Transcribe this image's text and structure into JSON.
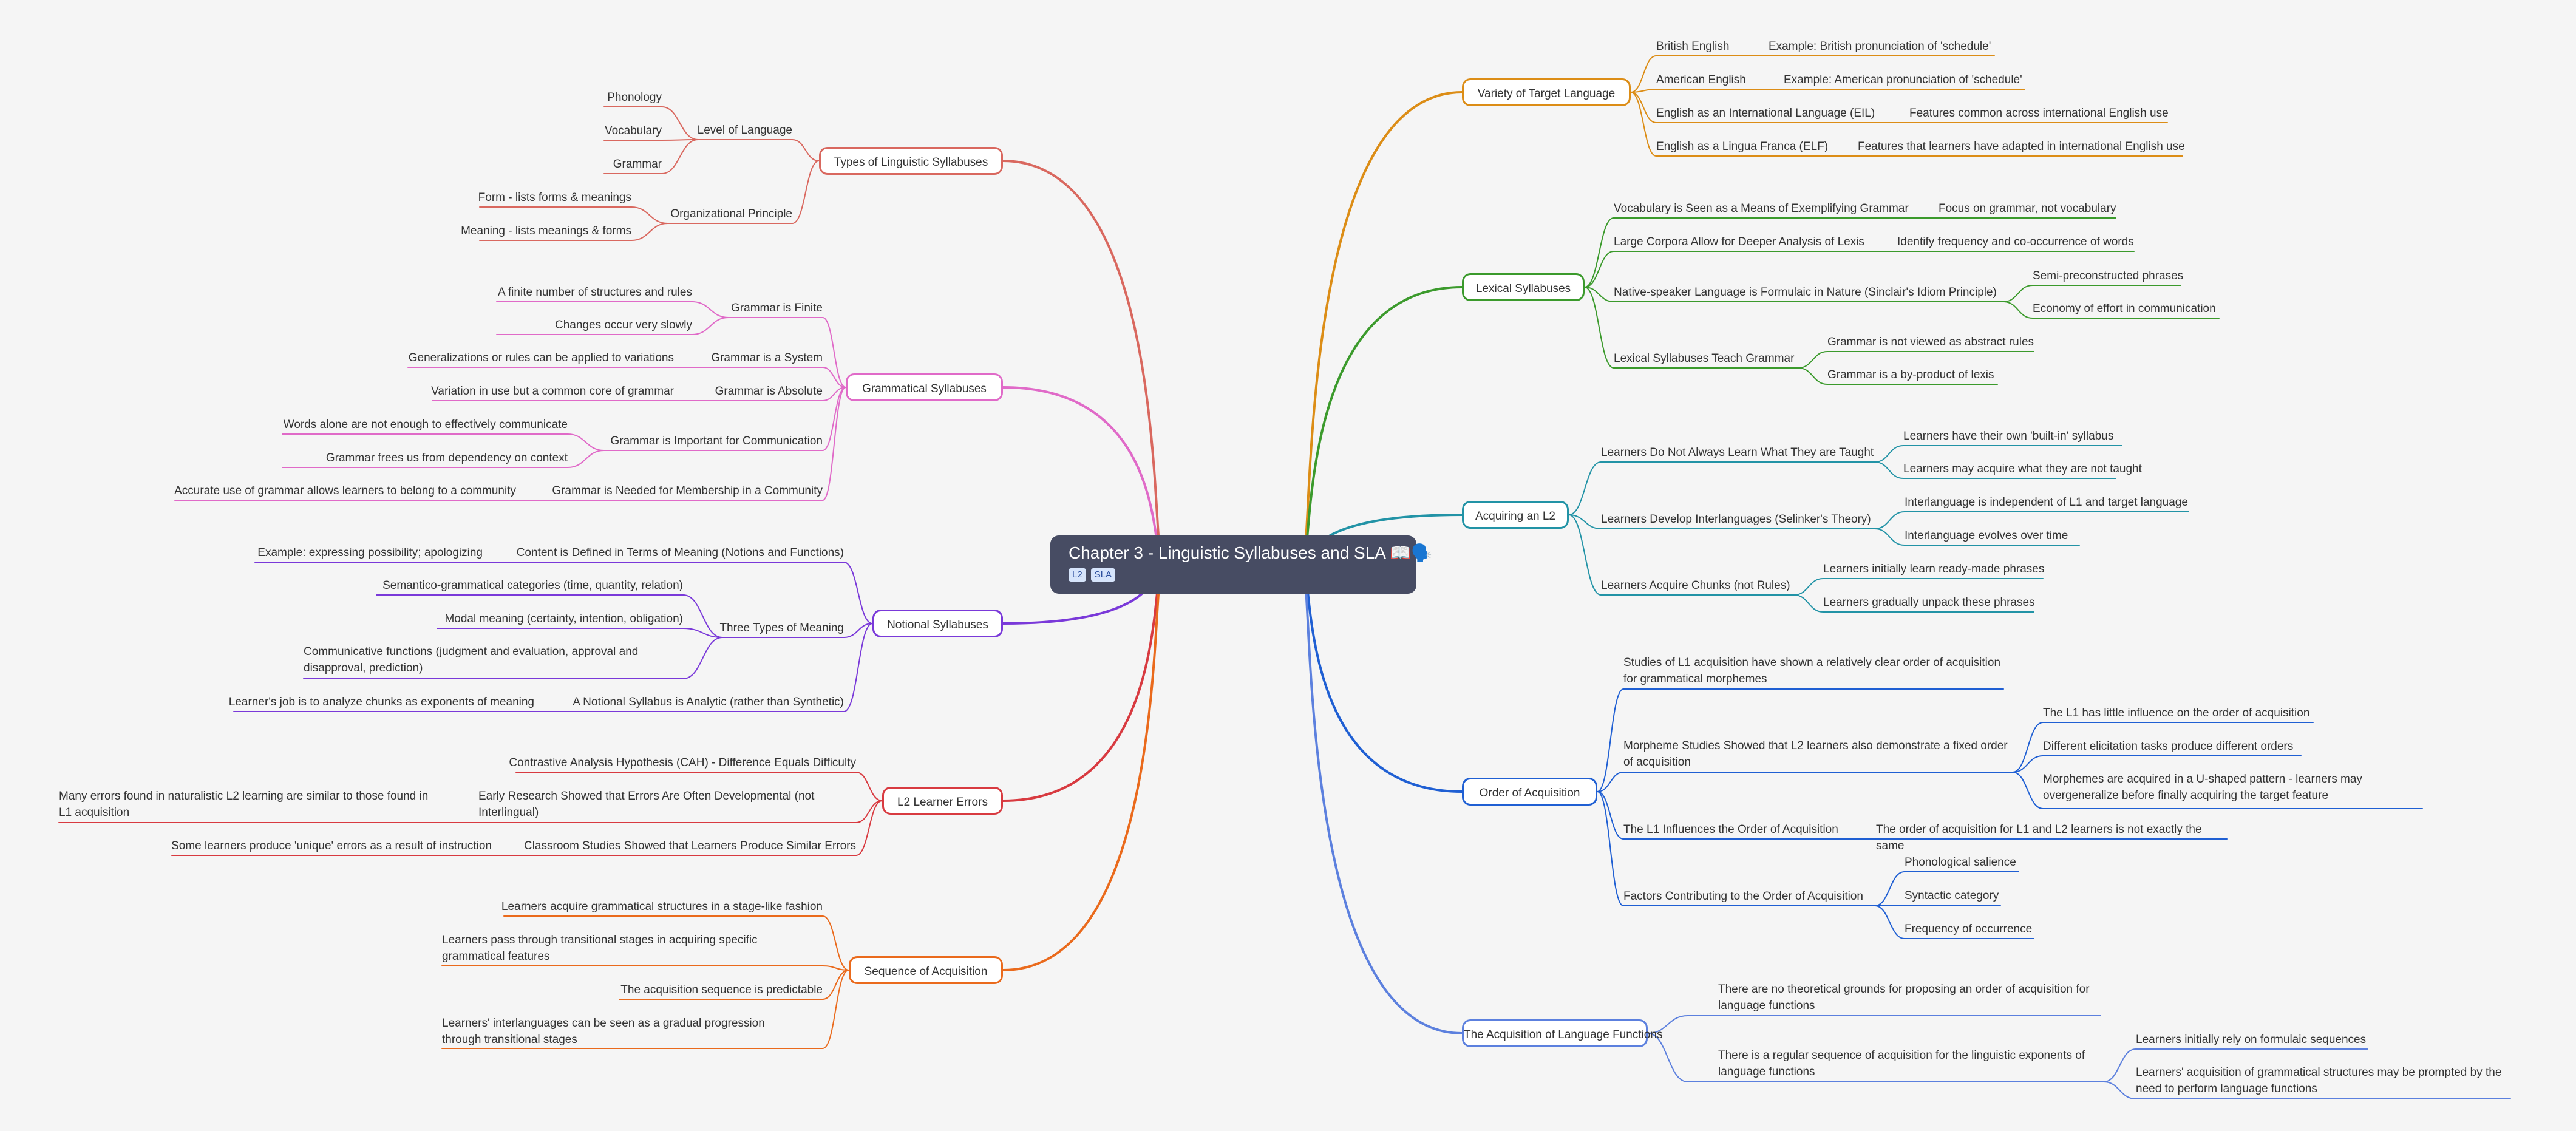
{
  "root": {
    "title": "Chapter 3 - Linguistic Syllabuses and SLA 📖🗣️",
    "tags": [
      "L2",
      "SLA"
    ]
  },
  "colors": {
    "types": "#d9685f",
    "grammatical": "#e06ac8",
    "notional": "#7a39d9",
    "errors": "#d83a40",
    "sequence": "#ea6a1c",
    "variety": "#dc8d16",
    "lexical": "#3b9a2c",
    "acquiring": "#2293a6",
    "order": "#1f5fd3",
    "functions": "#5c80de"
  },
  "left": {
    "types": {
      "label": "Types of Linguistic Syllabuses",
      "level": {
        "label": "Level of Language",
        "items": [
          "Phonology",
          "Vocabulary",
          "Grammar"
        ]
      },
      "organizational": {
        "label": "Organizational Principle",
        "items": [
          "Form - lists forms & meanings",
          "Meaning - lists meanings & forms"
        ]
      }
    },
    "grammatical": {
      "label": "Grammatical Syllabuses",
      "finite": {
        "label": "Grammar is Finite",
        "items": [
          "A finite number of structures and rules",
          "Changes occur very slowly"
        ]
      },
      "system": {
        "label": "Grammar is a System",
        "items": [
          "Generalizations or rules can be applied to variations"
        ]
      },
      "absolute": {
        "label": "Grammar is Absolute",
        "items": [
          "Variation in use but a common core of grammar"
        ]
      },
      "important": {
        "label": "Grammar is Important for Communication",
        "items": [
          "Words alone are not enough to effectively communicate",
          "Grammar frees us from dependency on context"
        ]
      },
      "membership": {
        "label": "Grammar is Needed for Membership in a Community",
        "items": [
          "Accurate use of grammar allows learners to belong to a community"
        ]
      }
    },
    "notional": {
      "label": "Notional Syllabuses",
      "content": {
        "label": "Content is Defined in Terms of Meaning (Notions and Functions)",
        "items": [
          "Example: expressing possibility; apologizing"
        ]
      },
      "three": {
        "label": "Three Types of Meaning",
        "items": [
          "Semantico-grammatical categories (time, quantity, relation)",
          "Modal meaning (certainty, intention, obligation)",
          "Communicative functions (judgment and evaluation, approval and disapproval, prediction)"
        ]
      },
      "analytic": {
        "label": "A Notional Syllabus is Analytic (rather than Synthetic)",
        "items": [
          "Learner's job is to analyze chunks as exponents of meaning"
        ]
      }
    },
    "errors": {
      "label": "L2 Learner Errors",
      "cah": "Contrastive Analysis Hypothesis (CAH) - Difference Equals Difficulty",
      "early": {
        "label": "Early Research Showed that Errors Are Often Developmental (not Interlingual)",
        "items": [
          "Many errors found in naturalistic L2 learning are similar to those found in L1 acquisition"
        ]
      },
      "classroom": {
        "label": "Classroom Studies Showed that Learners Produce Similar Errors",
        "items": [
          "Some learners produce 'unique' errors as a result of instruction"
        ]
      }
    },
    "sequence": {
      "label": "Sequence of Acquisition",
      "items": [
        "Learners acquire grammatical structures in a stage-like fashion",
        "Learners pass through transitional stages in acquiring specific grammatical features",
        "The acquisition sequence is predictable",
        "Learners' interlanguages can be seen as a gradual progression through transitional stages"
      ]
    }
  },
  "right": {
    "variety": {
      "label": "Variety of Target Language",
      "rows": [
        {
          "label": "British English",
          "child": "Example: British pronunciation of 'schedule'"
        },
        {
          "label": "American English",
          "child": "Example: American pronunciation of 'schedule'"
        },
        {
          "label": "English as an International Language (EIL)",
          "child": "Features common across international English use"
        },
        {
          "label": "English as a Lingua Franca (ELF)",
          "child": "Features that learners have adapted in international English use"
        }
      ]
    },
    "lexical": {
      "label": "Lexical Syllabuses",
      "vocab": {
        "label": "Vocabulary is Seen as a Means of Exemplifying Grammar",
        "child": "Focus on grammar, not vocabulary"
      },
      "corpora": {
        "label": "Large Corpora Allow for Deeper Analysis of Lexis",
        "child": "Identify frequency and co-occurrence of words"
      },
      "native": {
        "label": "Native-speaker Language is Formulaic in Nature (Sinclair's Idiom Principle)",
        "items": [
          "Semi-preconstructed phrases",
          "Economy of effort in communication"
        ]
      },
      "teach": {
        "label": "Lexical Syllabuses Teach Grammar",
        "items": [
          "Grammar is not viewed as abstract rules",
          "Grammar is a by-product of lexis"
        ]
      }
    },
    "acquiring": {
      "label": "Acquiring an L2",
      "dont": {
        "label": "Learners Do Not Always Learn What They are Taught",
        "items": [
          "Learners have their own 'built-in' syllabus",
          "Learners may acquire what they are not taught"
        ]
      },
      "inter": {
        "label": "Learners Develop Interlanguages (Selinker's Theory)",
        "items": [
          "Interlanguage is independent of L1 and target language",
          "Interlanguage evolves over time"
        ]
      },
      "chunks": {
        "label": "Learners Acquire Chunks (not Rules)",
        "items": [
          "Learners initially learn ready-made phrases",
          "Learners gradually unpack these phrases"
        ]
      }
    },
    "order": {
      "label": "Order of Acquisition",
      "studies": "Studies of L1 acquisition have shown a relatively clear order of acquisition for grammatical morphemes",
      "morpheme": {
        "label": "Morpheme Studies Showed that L2 learners also demonstrate a fixed order of acquisition",
        "items": [
          "The L1 has little influence on the order of acquisition",
          "Different elicitation tasks produce different orders",
          "Morphemes are acquired in a U-shaped pattern - learners may overgeneralize before finally acquiring the target feature"
        ]
      },
      "l1": {
        "label": "The L1 Influences the Order of Acquisition",
        "child": "The order of acquisition for L1 and L2 learners is not exactly the same"
      },
      "factors": {
        "label": "Factors Contributing to the Order of Acquisition",
        "items": [
          "Phonological salience",
          "Syntactic category",
          "Frequency of occurrence"
        ]
      }
    },
    "functions": {
      "label": "The Acquisition of Language Functions",
      "none": "There are no theoretical grounds for proposing an order of acquisition for language functions",
      "regular": {
        "label": "There is a regular sequence of acquisition for the linguistic exponents of language functions",
        "items": [
          "Learners initially rely on formulaic sequences",
          "Learners' acquisition of grammatical structures may be prompted by the need to perform language functions"
        ]
      }
    }
  }
}
